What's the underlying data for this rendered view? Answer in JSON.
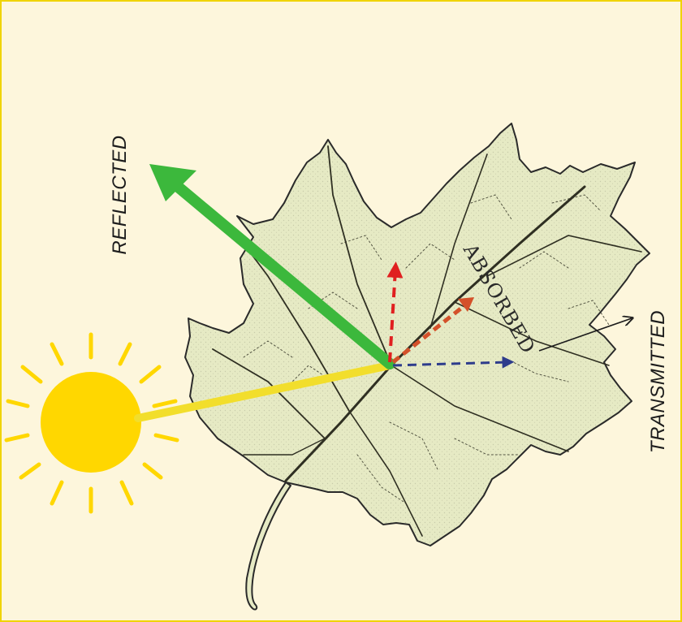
{
  "labels": {
    "reflected": "REFLECTED",
    "transmitted": "TRANSMITTED",
    "absorbed": "ABSORBED"
  },
  "colors": {
    "background": "#fdf6dc",
    "border": "#f0d400",
    "sun": "#ffd700",
    "incident_ray": "#f2de2c",
    "reflected_arrow": "#3cb83c",
    "absorbed_arrow": "#d4512a",
    "red_dashed_arrow": "#e02020",
    "blue_dashed_arrow": "#2e3c8c",
    "transmitted_arrow": "#1c1c1c",
    "leaf_fill": "#e6eac4",
    "leaf_outline": "#2a2a2a"
  },
  "icons": {
    "sun": "sun-icon",
    "leaf": "oak-leaf-illustration"
  }
}
